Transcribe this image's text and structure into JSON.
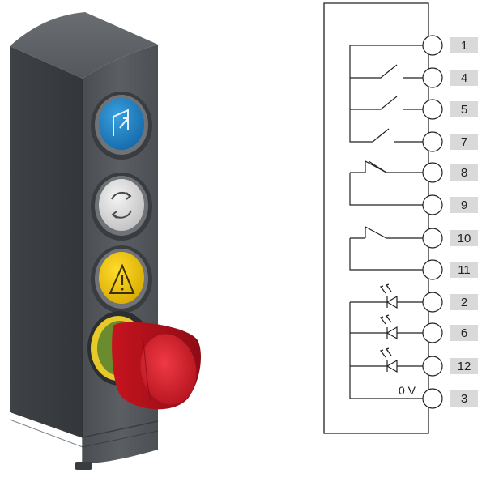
{
  "device": {
    "buttons": [
      {
        "name": "blue-button",
        "color": "#1f7fc0",
        "icon": "manual-reset-icon"
      },
      {
        "name": "white-button",
        "color": "#dcdcdc",
        "icon": "rotation-arrows-icon"
      },
      {
        "name": "yellow-button",
        "color": "#f3c400",
        "icon": "warning-triangle-icon"
      }
    ],
    "emergency_stop": {
      "color": "#d91a2a",
      "ring_color": "#e7c92a"
    },
    "housing_color": "#565a5e"
  },
  "wiring": {
    "terminals": [
      "1",
      "4",
      "5",
      "7",
      "8",
      "9",
      "10",
      "11",
      "2",
      "6",
      "12",
      "3"
    ],
    "zero_v_label": "0 V",
    "terminal_fill": "#ffffff",
    "label_bg": "#d9d9d9"
  }
}
